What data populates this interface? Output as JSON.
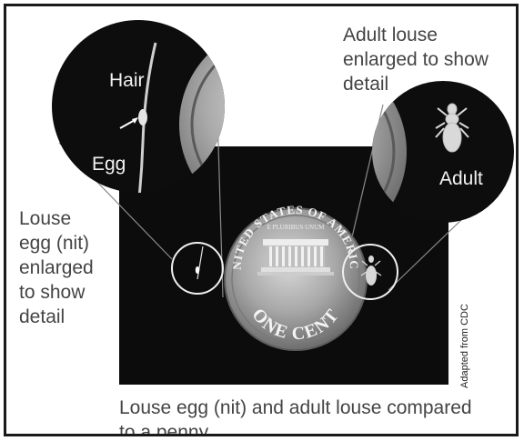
{
  "labels": {
    "hair": "Hair",
    "egg": "Egg",
    "adult": "Adult",
    "adult_caption": [
      "Adult louse",
      "enlarged to show",
      "detail"
    ],
    "nit_caption": [
      "Louse",
      "egg (nit)",
      "enlarged",
      "to show",
      "detail"
    ],
    "bottom_caption": [
      "Louse egg (nit) and adult louse compared",
      "to a penny"
    ],
    "credit": "Adapted from CDC"
  },
  "coin": {
    "top_text": "UNITED STATES OF AMERICA",
    "motto": "E PLURIBUS UNUM",
    "bottom_text": "ONE CENT"
  },
  "colors": {
    "background": "#ffffff",
    "panel": "#0c0c0c",
    "coin": "#9a9a9a",
    "circle_outline": "#e8e8e8",
    "connector": "#777777",
    "text": "#444444"
  }
}
